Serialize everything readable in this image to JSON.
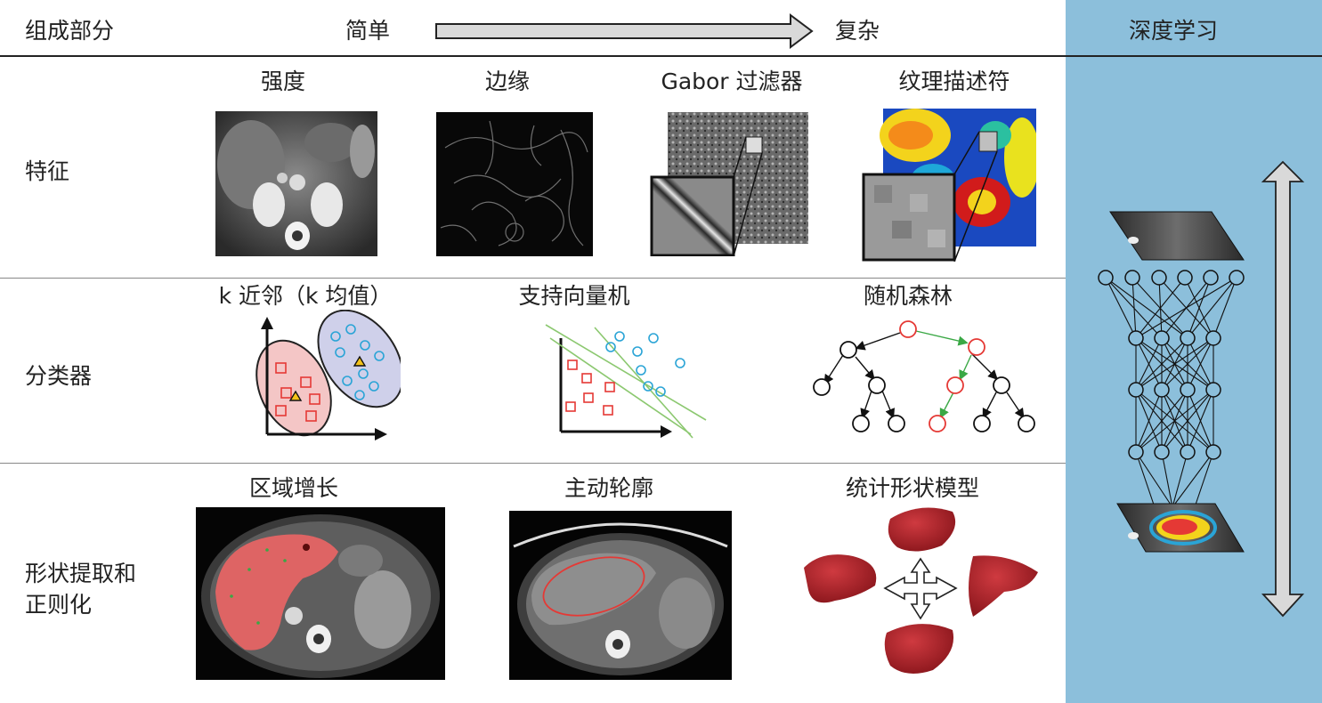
{
  "header": {
    "components": "组成部分",
    "simple": "简单",
    "complex": "复杂",
    "deep_learning": "深度学习"
  },
  "rows": {
    "features": {
      "label": "特征",
      "items": [
        "强度",
        "边缘",
        "Gabor 过滤器",
        "纹理描述符"
      ]
    },
    "classifiers": {
      "label": "分类器",
      "items": [
        "k 近邻（k 均值）",
        "支持向量机",
        "随机森林"
      ]
    },
    "shape": {
      "label_line1": "形状提取和",
      "label_line2": "正则化",
      "items": [
        "区域增长",
        "主动轮廓",
        "统计形状模型"
      ]
    }
  },
  "colors": {
    "deep_panel": "#8cbfdb",
    "knn_red": "#e53935",
    "knn_blue": "#2aa4d6",
    "rf_green": "#3aa845",
    "liver": "#b0222a"
  }
}
